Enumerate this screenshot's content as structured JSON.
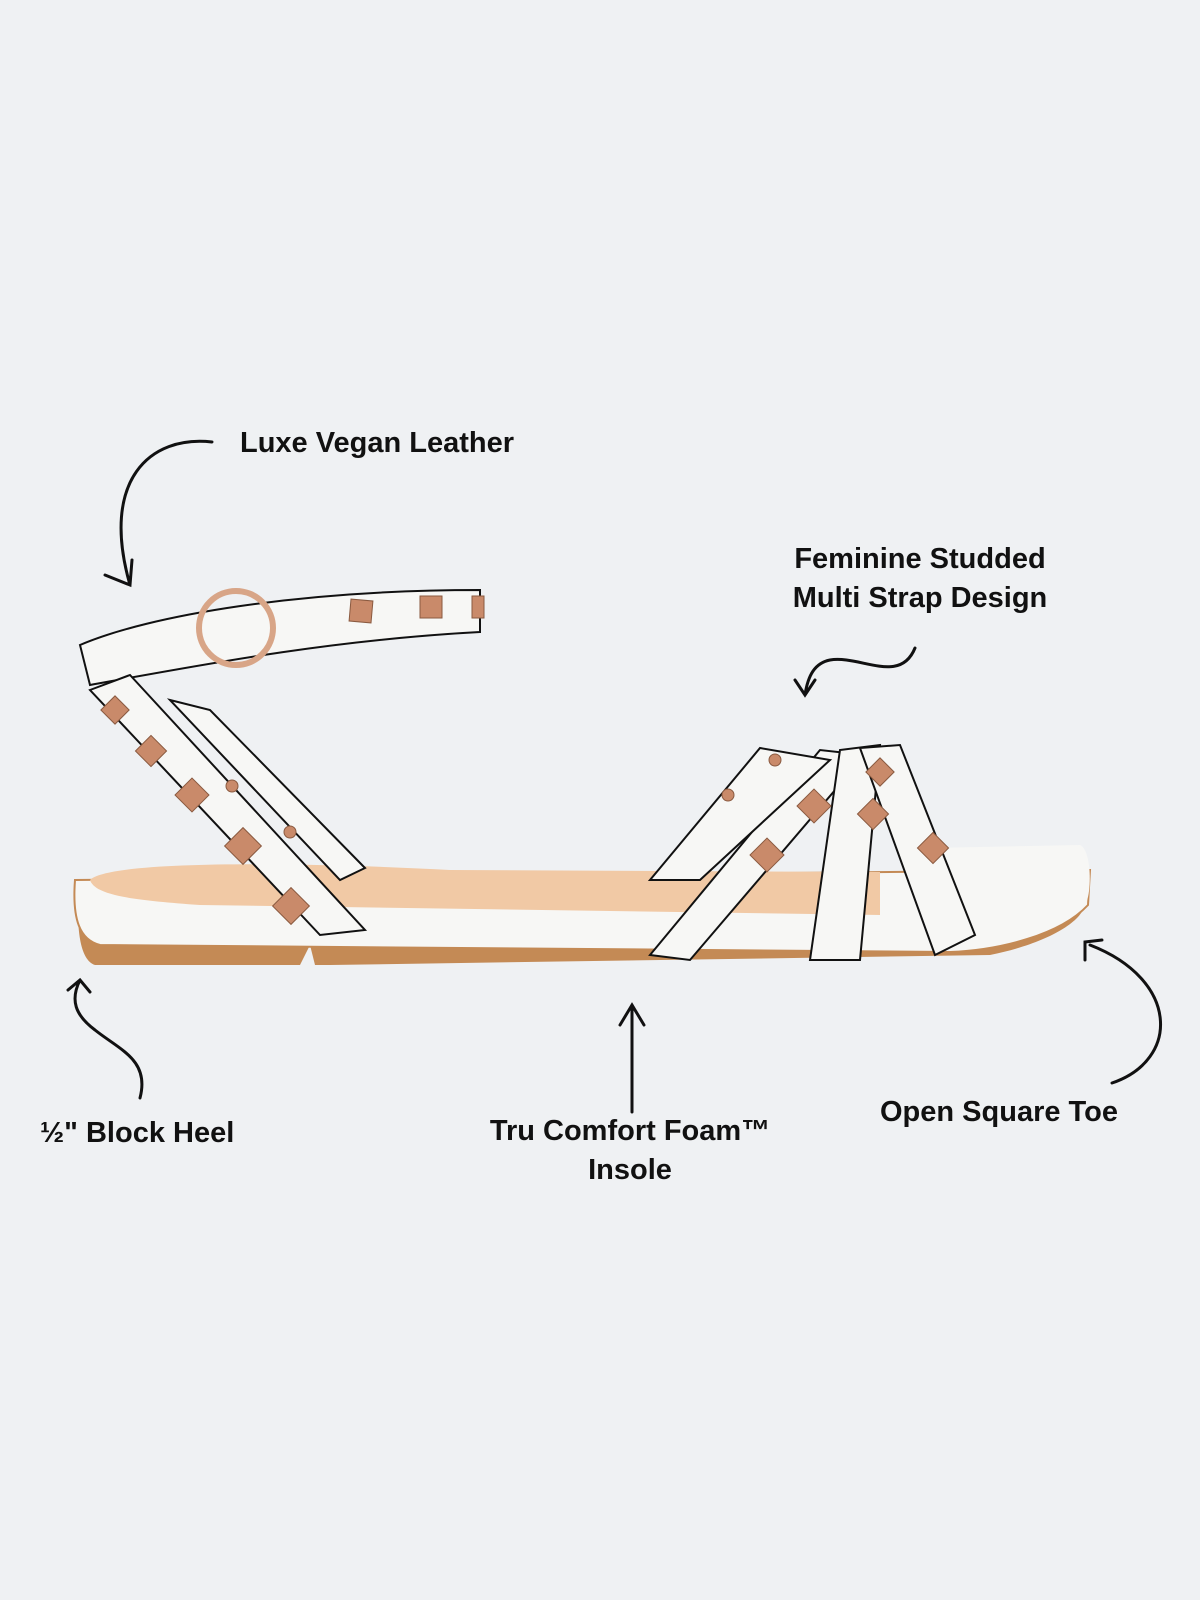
{
  "callouts": {
    "leather": "Luxe Vegan Leather",
    "straps_line1": "Feminine Studded",
    "straps_line2": "Multi Strap Design",
    "heel": "½\" Block Heel",
    "insole_line1": "Tru Comfort Foam™",
    "insole_line2": "Insole",
    "toe": "Open Square Toe"
  },
  "colors": {
    "background": "#eff1f3",
    "strap": "#f7f7f5",
    "sole": "#c48a55",
    "footbed": "#f1c9a5",
    "stud": "#c98a6a"
  }
}
